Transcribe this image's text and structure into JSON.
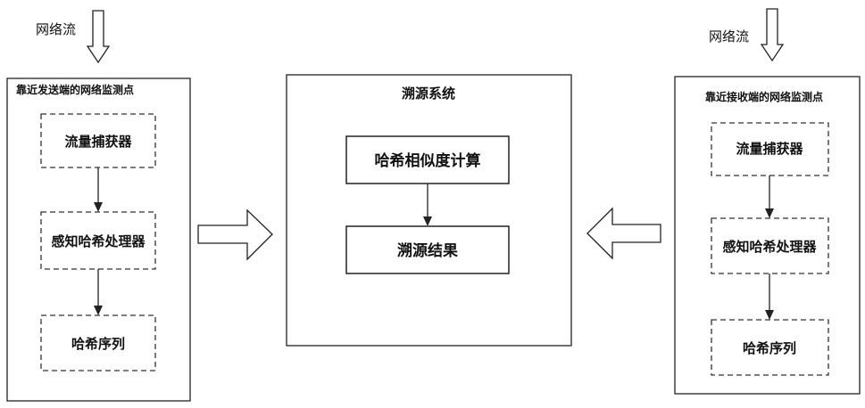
{
  "left_monitor": {
    "title": "靠近发送端的网络监测点",
    "flow_label": "网络流",
    "steps": [
      "流量捕获器",
      "感知哈希处理器",
      "哈希序列"
    ]
  },
  "right_monitor": {
    "title": "靠近接收端的网络监测点",
    "flow_label": "网络流",
    "steps": [
      "流量捕获器",
      "感知哈希处理器",
      "哈希序列"
    ]
  },
  "traceback_system": {
    "title": "溯源系统",
    "steps": [
      "哈希相似度计算",
      "溯源结果"
    ]
  },
  "colors": {
    "stroke": "#222222",
    "dash": "#333333",
    "background": "#ffffff"
  }
}
